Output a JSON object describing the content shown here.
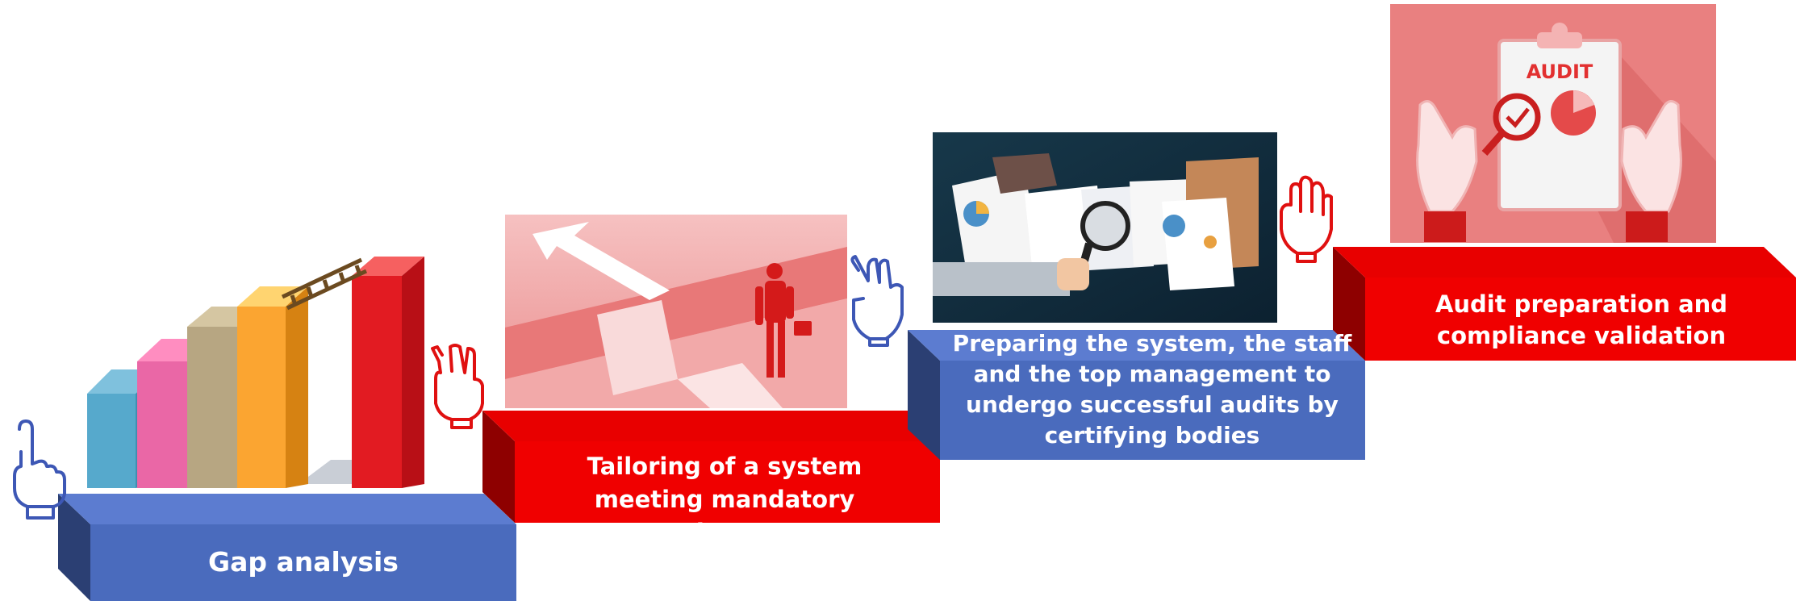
{
  "steps": [
    {
      "number": 1,
      "label": "Gap analysis",
      "color": "#4a6bbd",
      "hand_icon": "one-finger-hand-icon"
    },
    {
      "number": 2,
      "label": "Tailoring of a system meeting mandatory requirements",
      "color": "#f00000",
      "hand_icon": "two-finger-hand-icon"
    },
    {
      "number": 3,
      "label": "Preparing the system, the staff and the top management to undergo successful audits by certifying bodies",
      "color": "#4a6bbd",
      "hand_icon": "three-finger-hand-icon"
    },
    {
      "number": 4,
      "label": "Audit preparation and compliance validation",
      "color": "#f00000",
      "hand_icon": "four-finger-hand-icon"
    }
  ],
  "illustrations": {
    "audit_sign": "AUDIT"
  },
  "colors": {
    "blue": "#4a6bbd",
    "blue_dark": "#2b3f73",
    "red": "#f00000",
    "red_dark": "#8e0000",
    "pink": "#e97a7a"
  }
}
